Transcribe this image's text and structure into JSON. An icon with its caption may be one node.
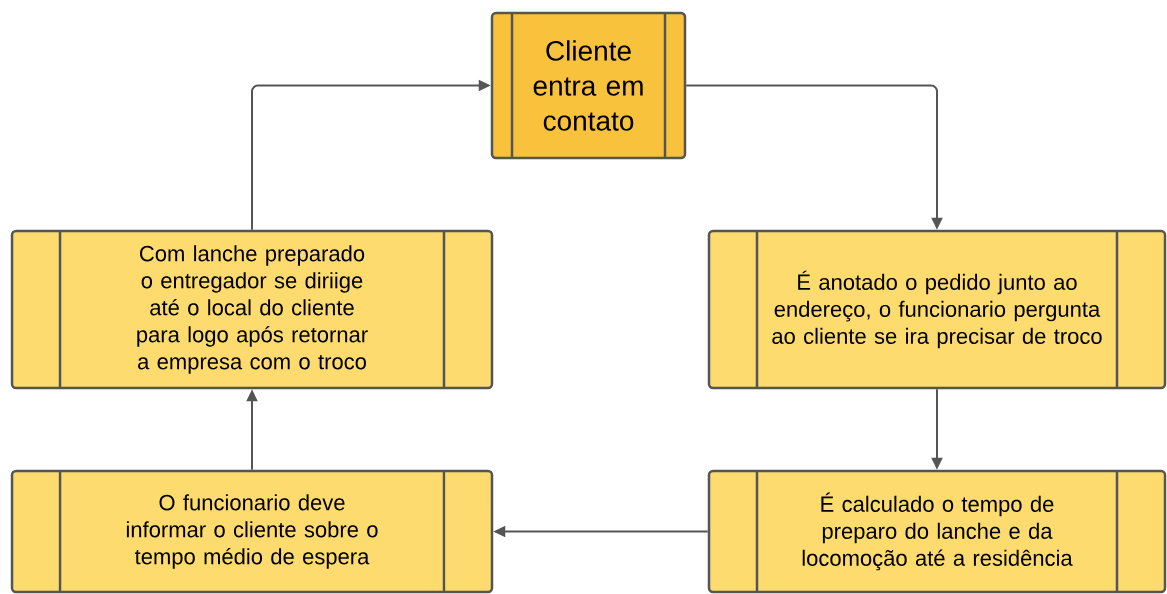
{
  "diagram": {
    "nodes": [
      {
        "text": [
          "Cliente entra em contato"
        ]
      },
      {
        "text": [
          "É anotado o pedido junto ao endereço, o funcionario pergunta ao cliente se ira precisar de troco"
        ]
      },
      {
        "text": [
          "É calculado o tempo de preparo do lanche e da locomoção até a residência"
        ]
      },
      {
        "text": [
          "O funcionario deve informar o cliente sobre o tempo médio de espera"
        ]
      },
      {
        "text": [
          "Com lanche preparado o entregador se diriige até o local do cliente para logo após retornar a empresa com o troco"
        ]
      }
    ],
    "edges": [
      {
        "from": 0,
        "to": 1,
        "arrow": "to"
      },
      {
        "from": 1,
        "to": 2,
        "arrow": "to"
      },
      {
        "from": 2,
        "to": 3,
        "arrow": "to"
      },
      {
        "from": 3,
        "to": 4,
        "arrow": "to"
      },
      {
        "from": 4,
        "to": 0,
        "arrow": "to"
      }
    ]
  }
}
